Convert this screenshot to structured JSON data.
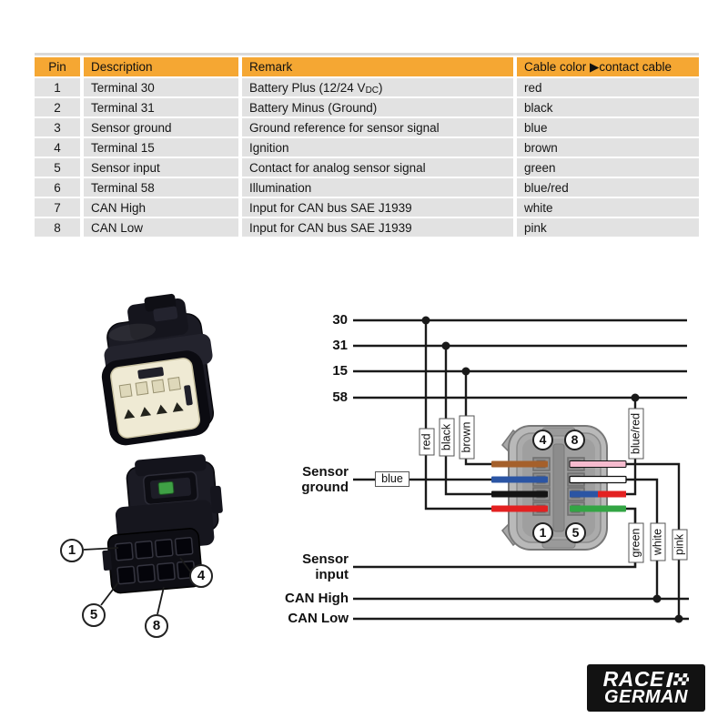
{
  "table": {
    "headers": {
      "pin": "Pin",
      "description": "Description",
      "remark": "Remark",
      "cable": "Cable color ▶contact cable"
    },
    "rows": [
      {
        "pin": "1",
        "desc": "Terminal 30",
        "remark_pre": "Battery Plus (12/24 V",
        "remark_sub": "DC",
        "remark_post": ")",
        "color": "red"
      },
      {
        "pin": "2",
        "desc": "Terminal 31",
        "remark": "Battery Minus (Ground)",
        "color": "black"
      },
      {
        "pin": "3",
        "desc": "Sensor ground",
        "remark": "Ground reference for sensor signal",
        "color": "blue"
      },
      {
        "pin": "4",
        "desc": "Terminal 15",
        "remark": "Ignition",
        "color": "brown"
      },
      {
        "pin": "5",
        "desc": "Sensor input",
        "remark": "Contact for analog sensor signal",
        "color": "green"
      },
      {
        "pin": "6",
        "desc": "Terminal 58",
        "remark": "Illumination",
        "color": "blue/red"
      },
      {
        "pin": "7",
        "desc": "CAN High",
        "remark": "Input for CAN bus SAE J1939",
        "color": "white"
      },
      {
        "pin": "8",
        "desc": "CAN Low",
        "remark": "Input for CAN bus SAE J1939",
        "color": "pink"
      }
    ]
  },
  "diagram": {
    "bus_labels": [
      "30",
      "31",
      "15",
      "58"
    ],
    "net_labels": {
      "sensor_ground_1": "Sensor",
      "sensor_ground_2": "ground",
      "sensor_input_1": "Sensor",
      "sensor_input_2": "input",
      "can_high": "CAN High",
      "can_low": "CAN Low"
    },
    "wire_tags": {
      "red": "red",
      "black": "black",
      "brown": "brown",
      "blue": "blue",
      "blue_red": "blue/red",
      "green": "green",
      "white": "white",
      "pink": "pink"
    },
    "connector_pins": {
      "top_left": "4",
      "top_right": "8",
      "bottom_left": "1",
      "bottom_right": "5"
    },
    "photo_callouts": {
      "c1": "1",
      "c4": "4",
      "c5": "5",
      "c8": "8"
    }
  },
  "logo": {
    "line1": "RACE",
    "line2": "GERMAN"
  },
  "colors": {
    "header_orange": "#F5A733",
    "row_gray": "#E2E2E2",
    "line_black": "#1A1A1A",
    "wire_red": "#E32121",
    "wire_black": "#141414",
    "wire_brown": "#A5602B",
    "wire_blue": "#2B55A4",
    "wire_green": "#33A544",
    "wire_white": "#FFFFFF",
    "wire_pink": "#F5BBCE"
  }
}
